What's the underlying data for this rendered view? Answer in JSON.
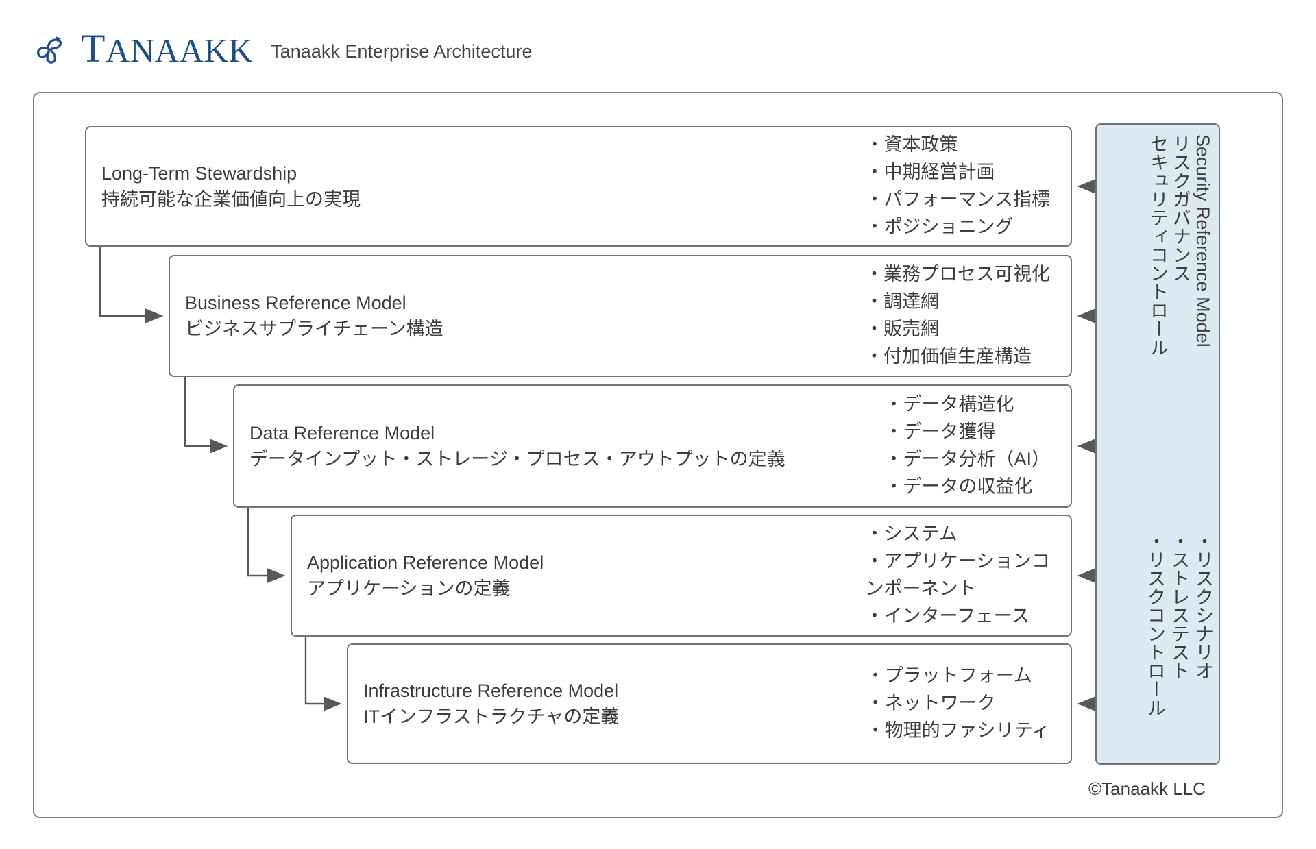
{
  "header": {
    "logo_icon": "tanaakk-triskelion-logo",
    "logo_word_small": "ANAAKK",
    "logo_word_cap": "T",
    "subtitle": "Tanaakk Enterprise Architecture",
    "brand_color": "#1f4e8c"
  },
  "diagram": {
    "frame_border_color": "#7b7f84",
    "box_border_color": "#6e7378",
    "panel_fill_color": "#dbeaf3",
    "layers": [
      {
        "title_en": "Long-Term Stewardship",
        "title_ja": "持続可能な企業価値向上の実現",
        "bullets": [
          "資本政策",
          "中期経営計画",
          "パフォーマンス指標",
          "ポジショニング"
        ]
      },
      {
        "title_en": "Business Reference Model",
        "title_ja": "ビジネスサプライチェーン構造",
        "bullets": [
          "業務プロセス可視化",
          "調達網",
          "販売網",
          "付加価値生産構造"
        ]
      },
      {
        "title_en": "Data Reference Model",
        "title_ja": "データインプット・ストレージ・プロセス・アウトプットの定義",
        "bullets": [
          "データ構造化",
          "データ獲得",
          "データ分析（AI）",
          "データの収益化"
        ]
      },
      {
        "title_en": "Application Reference Model",
        "title_ja": "アプリケーションの定義",
        "bullets": [
          "システム",
          "アプリケーションコ",
          "ンポーネント",
          "インターフェース"
        ]
      },
      {
        "title_en": "Infrastructure Reference Model",
        "title_ja": "ITインフラストラクチャの定義",
        "bullets": [
          "プラットフォーム",
          "ネットワーク",
          "物理的ファシリティ"
        ]
      }
    ],
    "security_panel": {
      "title_en": "Security Reference Model",
      "subtitle_ja_1": "リスクガバナンス",
      "subtitle_ja_2": "セキュリティコントロール",
      "bullets": [
        "リスクシナリオ",
        "ストレステスト",
        "リスクコントロール"
      ]
    },
    "copyright": "©Tanaakk LLC"
  }
}
